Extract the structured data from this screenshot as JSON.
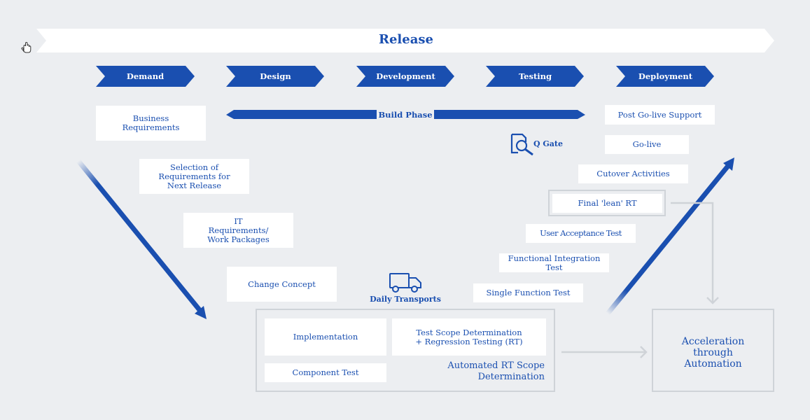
{
  "release": "Release",
  "phases": [
    "Demand",
    "Design",
    "Development",
    "Testing",
    "Deployment"
  ],
  "build_phase": "Build Phase",
  "left_steps": [
    "Business Requirements",
    "Selection of Requirements for Next Release",
    "IT Requirements/ Work Packages",
    "Change Concept"
  ],
  "q_gate": "Q Gate",
  "daily_transports": "Daily Transports",
  "right_steps": [
    "Post Go-live Support",
    "Go-live",
    "Cutover Activities",
    "Final 'lean' RT",
    "User Acceptance Test",
    "Functional Integration Test",
    "Single Function Test"
  ],
  "build_box": {
    "implementation": "Implementation",
    "scope": "Test Scope Determination + Regression Testing (RT)",
    "component": "Component Test",
    "automated": "Automated RT Scope Determination"
  },
  "acceleration": "Acceleration through Automation",
  "colors": {
    "primary": "#1a4fb0",
    "frame": "#cfd3d8",
    "background": "#eceef1"
  }
}
